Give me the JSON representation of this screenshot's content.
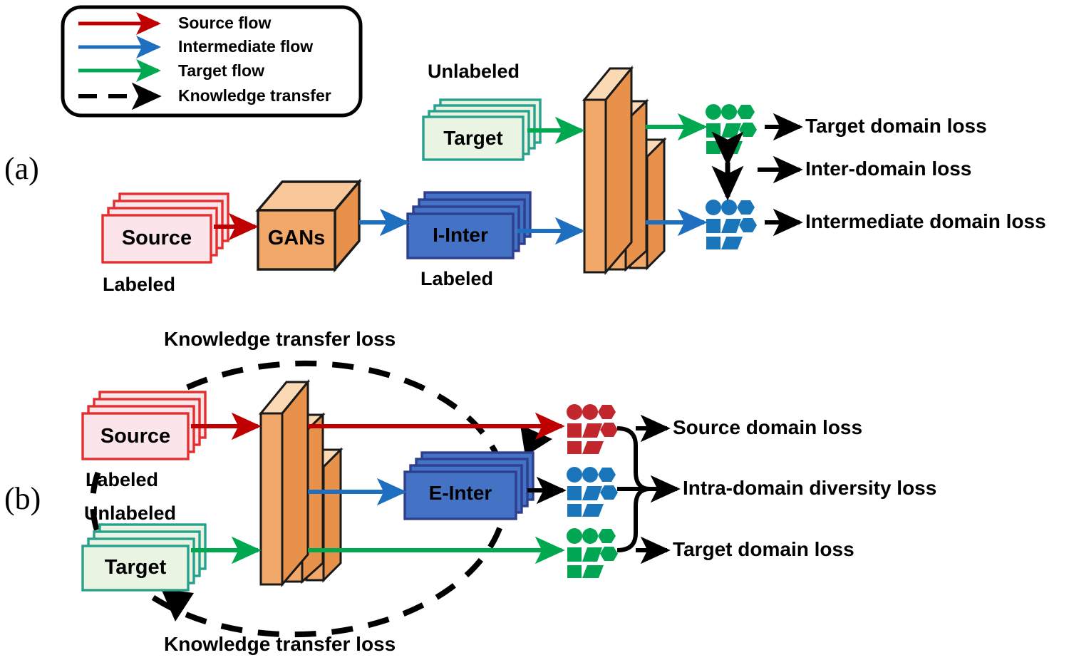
{
  "figure": {
    "panels": [
      {
        "mark": "(a)"
      },
      {
        "mark": "(b)"
      }
    ]
  },
  "legend": {
    "name": "flow-legend",
    "items": [
      {
        "label": "Source flow",
        "color": "#c00000",
        "style": "solid",
        "icon": "arrow-right-icon"
      },
      {
        "label": "Intermediate flow",
        "color": "#1f6fc0",
        "style": "solid",
        "icon": "arrow-right-icon"
      },
      {
        "label": "Target flow",
        "color": "#00a94f",
        "style": "solid",
        "icon": "arrow-right-icon"
      },
      {
        "label": "Knowledge transfer",
        "color": "#000000",
        "style": "dashed",
        "icon": "dashed-arrow-right-icon"
      }
    ]
  },
  "panel_a": {
    "mark": "(a)",
    "target_stack": {
      "label": "Target",
      "caption": "Unlabeled",
      "fill": "#eaf4e2",
      "stroke": "#29a08c"
    },
    "source_stack": {
      "label": "Source",
      "caption": "Labeled",
      "fill": "#fbe4ea",
      "stroke": "#e03030"
    },
    "gans_box": {
      "label": "GANs",
      "fill": "#f2a869",
      "stroke": "#1a1a1a"
    },
    "iinter_stack": {
      "label": "I-Inter",
      "caption": "Labeled",
      "fill": "#4472c4",
      "stroke": "#2f3f8f"
    },
    "network": {
      "name": "feature-extractor-network",
      "fill": "#f2a869"
    },
    "clusters": [
      {
        "name": "target-cluster-icon",
        "color": "#00a651"
      },
      {
        "name": "intermediate-cluster-icon",
        "color": "#1b75bb"
      }
    ],
    "losses": [
      {
        "label": "Target domain loss"
      },
      {
        "label": "Inter-domain loss"
      },
      {
        "label": "Intermediate domain loss"
      }
    ]
  },
  "panel_b": {
    "mark": "(b)",
    "source_stack": {
      "label": "Source",
      "caption": "Labeled",
      "fill": "#fbe4ea",
      "stroke": "#e03030"
    },
    "target_stack": {
      "label": "Target",
      "caption": "Unlabeled",
      "fill": "#eaf4e2",
      "stroke": "#29a08c"
    },
    "einter_stack": {
      "label": "E-Inter",
      "fill": "#4472c4",
      "stroke": "#2f3f8f"
    },
    "network": {
      "name": "feature-extractor-network",
      "fill": "#f2a869"
    },
    "knowledge_transfer_top": "Knowledge transfer loss",
    "knowledge_transfer_bottom": "Knowledge transfer loss",
    "clusters": [
      {
        "name": "source-cluster-icon",
        "color": "#c1272d"
      },
      {
        "name": "intermediate-cluster-icon",
        "color": "#1b75bb"
      },
      {
        "name": "target-cluster-icon",
        "color": "#00a651"
      }
    ],
    "losses": [
      {
        "label": "Source domain loss"
      },
      {
        "label": "Intra-domain diversity loss"
      },
      {
        "label": "Target domain loss"
      }
    ]
  },
  "colors": {
    "source_flow": "#c00000",
    "intermediate_flow": "#1f6fc0",
    "target_flow": "#00a94f",
    "knowledge_transfer": "#000000",
    "network_face": "#f2a869",
    "network_top": "#fbd9b4",
    "network_side": "#e8914a"
  }
}
